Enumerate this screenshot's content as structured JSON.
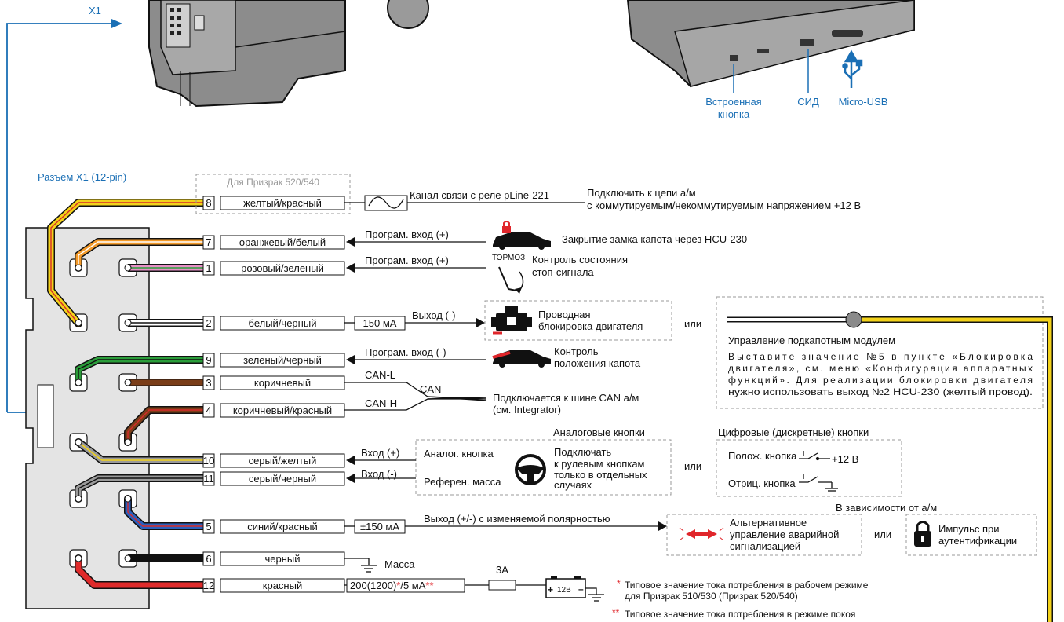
{
  "header": {
    "x1_label": "X1",
    "builtin_button": "Встроенная",
    "builtin_button_2": "кнопка",
    "led": "СИД",
    "micro_usb": "Micro-USB"
  },
  "connector": {
    "title": "Разъем X1 (12-pin)"
  },
  "note_520": "Для Призрак 520/540",
  "wires": [
    {
      "pin": "8",
      "label": "желтый/красный"
    },
    {
      "pin": "7",
      "label": "оранжевый/белый"
    },
    {
      "pin": "1",
      "label": "розовый/зеленый"
    },
    {
      "pin": "2",
      "label": "белый/черный"
    },
    {
      "pin": "9",
      "label": "зеленый/черный"
    },
    {
      "pin": "3",
      "label": "коричневый"
    },
    {
      "pin": "4",
      "label": "коричневый/красный"
    },
    {
      "pin": "10",
      "label": "серый/желтый"
    },
    {
      "pin": "11",
      "label": "серый/черный"
    },
    {
      "pin": "5",
      "label": "синий/красный"
    },
    {
      "pin": "6",
      "label": "черный"
    },
    {
      "pin": "12",
      "label": "красный"
    }
  ],
  "texts": {
    "pline_channel": "Канал связи с реле pLine-221",
    "connect_circuit_1": "Подключить к цепи а/м",
    "connect_circuit_2": "с коммутируемым/некоммутируемым напряжением +12 В",
    "prog_in_plus": "Програм. вход (+)",
    "hood_lock": "Закрытие замка капота через HCU-230",
    "brake_word": "ТОРМОЗ",
    "brake_ctrl_1": "Контроль состояния",
    "brake_ctrl_2": "стоп-сигнала",
    "current_150": "150 мА",
    "output_minus": "Выход (-)",
    "wired_block_1": "Проводная",
    "wired_block_2": "блокировка двигателя",
    "or": "или",
    "hood_module": "Управление подкапотным модулем",
    "hood_module_desc_1": "Выставите значение №5 в пункте «Блокировка",
    "hood_module_desc_2": "двигателя», см. меню «Конфигурация аппаратных",
    "hood_module_desc_3": "функций». Для реализации блокировки двигателя",
    "hood_module_desc_4": "нужно использовать выход №2 HCU-230 (желтый провод).",
    "prog_in_minus": "Програм. вход (-)",
    "hood_pos_1": "Контроль",
    "hood_pos_2": "положения капота",
    "can_l": "CAN-L",
    "can": "CAN",
    "can_h": "CAN-H",
    "can_bus_1": "Подключается к шине CAN а/м",
    "can_bus_2": "(см. Integrator)",
    "analog_buttons": "Аналоговые кнопки",
    "digital_buttons": "Цифровые (дискретные) кнопки",
    "in_plus": "Вход (+)",
    "in_minus": "Вход (-)",
    "analog_button": "Аналог. кнопка",
    "ref_mass": "Референ. масса",
    "steering_1": "Подключать",
    "steering_2": "к рулевым кнопкам",
    "steering_3": "только в отдельных",
    "steering_4": "случаях",
    "pos_button": "Полож. кнопка",
    "plus12": "+12 В",
    "neg_button": "Отриц. кнопка",
    "depends": "В зависимости от а/м",
    "current_pm150": "±150 мА",
    "output_pm": "Выход (+/-) с изменяемой полярностью",
    "alt_alarm_1": "Альтернативное",
    "alt_alarm_2": "управление аварийной",
    "alt_alarm_3": "сигнализацией",
    "impulse_1": "Импульс при",
    "impulse_2": "аутентификации",
    "mass": "Масса",
    "fuse": "3А",
    "current_red": "200(1200)",
    "current_red_star": "*",
    "current_red_tail": "/5  мА",
    "current_red_2star": "**",
    "battery": "12В",
    "foot1_star": "*",
    "foot1_1": "Типовое значение тока потребления в рабочем режиме",
    "foot1_2": "для Призрак 510/530 (Призрак 520/540)",
    "foot2_star": "**",
    "foot2": "Типовое значение тока потребления в режиме покоя"
  }
}
